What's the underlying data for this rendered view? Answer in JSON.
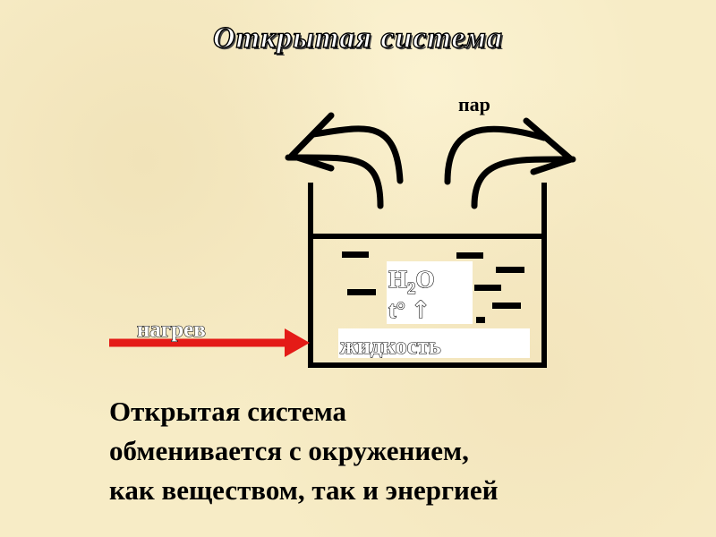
{
  "title": "Открытая система",
  "diagram": {
    "vapor_label": "пар",
    "heating_label": "нагрев",
    "liquid_label": "жидкость",
    "formula": {
      "main": "H",
      "subscript": "2",
      "tail": "O"
    },
    "temperature": {
      "symbol": "t°",
      "arrow": "↑"
    }
  },
  "caption": {
    "line1": "Открытая система",
    "line2": "обменивается с окружением,",
    "line3": "как веществом, так и энергией"
  },
  "colors": {
    "background": "#f7ecc6",
    "heating_arrow": "#e41b17",
    "outline": "#000000",
    "label_box": "#ffffff"
  }
}
